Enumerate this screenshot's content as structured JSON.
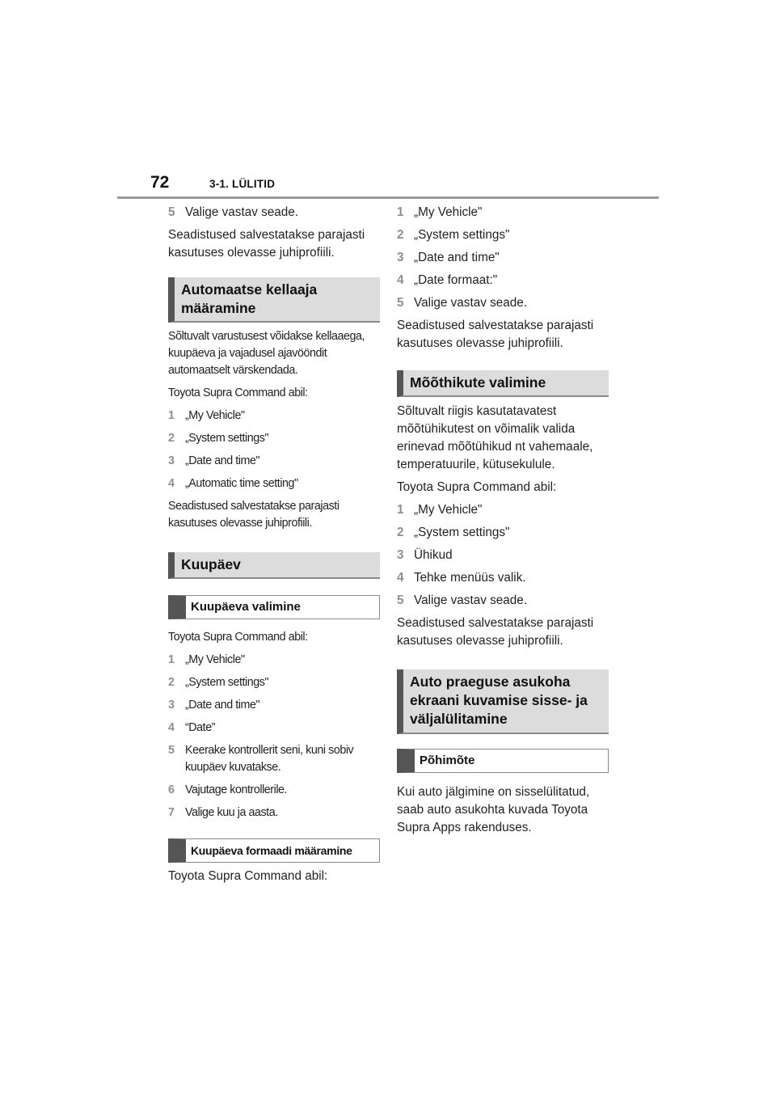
{
  "header": {
    "page_number": "72",
    "chapter": "3-1. LÜLITID"
  },
  "left": {
    "top_step": {
      "num": "5",
      "text": "Valige vastav seade."
    },
    "top_saved": "Seadistused salvestatakse parajasti kasutuses olevasse juhiprofiili.",
    "auto_time": {
      "heading": "Automaatse kellaaja määramine",
      "intro": "Sõltuvalt varustusest võidakse kellaaega, kuupäeva ja vajadusel ajavööndit automaatselt värskendada.",
      "lead": "Toyota Supra Command abil:",
      "steps": [
        {
          "num": "1",
          "text": "„My Vehicle\""
        },
        {
          "num": "2",
          "text": "„System settings\""
        },
        {
          "num": "3",
          "text": "„Date and time\""
        },
        {
          "num": "4",
          "text": "„Automatic time setting\""
        }
      ],
      "saved": "Seadistused salvestatakse parajasti kasutuses olevasse juhiprofiili."
    },
    "date": {
      "heading": "Kuupäev",
      "select_heading": "Kuupäeva valimine",
      "lead": "Toyota Supra Command abil:",
      "steps": [
        {
          "num": "1",
          "text": "„My Vehicle\""
        },
        {
          "num": "2",
          "text": "„System settings\""
        },
        {
          "num": "3",
          "text": "„Date and time\""
        },
        {
          "num": "4",
          "text": "“Date”"
        },
        {
          "num": "5",
          "text": "Keerake kontrollerit seni, kuni sobiv kuupäev kuvatakse."
        },
        {
          "num": "6",
          "text": "Vajutage kontrollerile."
        },
        {
          "num": "7",
          "text": "Valige kuu ja aasta."
        }
      ],
      "format_heading": "Kuupäeva formaadi määramine",
      "format_lead": "Toyota Supra Command abil:"
    }
  },
  "right": {
    "format_steps": [
      {
        "num": "1",
        "text": "„My Vehicle\""
      },
      {
        "num": "2",
        "text": "„System settings\""
      },
      {
        "num": "3",
        "text": "„Date and time\""
      },
      {
        "num": "4",
        "text": "„Date formaat:\""
      },
      {
        "num": "5",
        "text": "Valige vastav seade."
      }
    ],
    "format_saved": "Seadistused salvestatakse parajasti kasutuses olevasse juhiprofiili.",
    "units": {
      "heading": "Mõõthikute valimine",
      "intro": "Sõltuvalt riigis kasutatavatest mõõtühikutest on võimalik valida erinevad mõõtühikud nt vahemaale, temperatuurile, kütusekulule.",
      "lead": "Toyota Supra Command abil:",
      "steps": [
        {
          "num": "1",
          "text": "„My Vehicle\""
        },
        {
          "num": "2",
          "text": "„System settings\""
        },
        {
          "num": "3",
          "text": "Ühikud"
        },
        {
          "num": "4",
          "text": "Tehke menüüs valik."
        },
        {
          "num": "5",
          "text": "Valige vastav seade."
        }
      ],
      "saved": "Seadistused salvestatakse parajasti kasutuses olevasse juhiprofiili."
    },
    "location": {
      "heading": "Auto praeguse asukoha ekraani kuvamise sisse- ja väljalülitamine",
      "principle_heading": "Põhimõte",
      "text": "Kui auto jälgimine on sisselülitatud, saab auto asukohta kuvada Toyota Supra Apps rakenduses."
    }
  },
  "colors": {
    "heading_bg": "#dcdcdc",
    "heading_bar": "#555555",
    "step_number": "#8f8f8f",
    "header_rule": "#9a9a9a"
  }
}
